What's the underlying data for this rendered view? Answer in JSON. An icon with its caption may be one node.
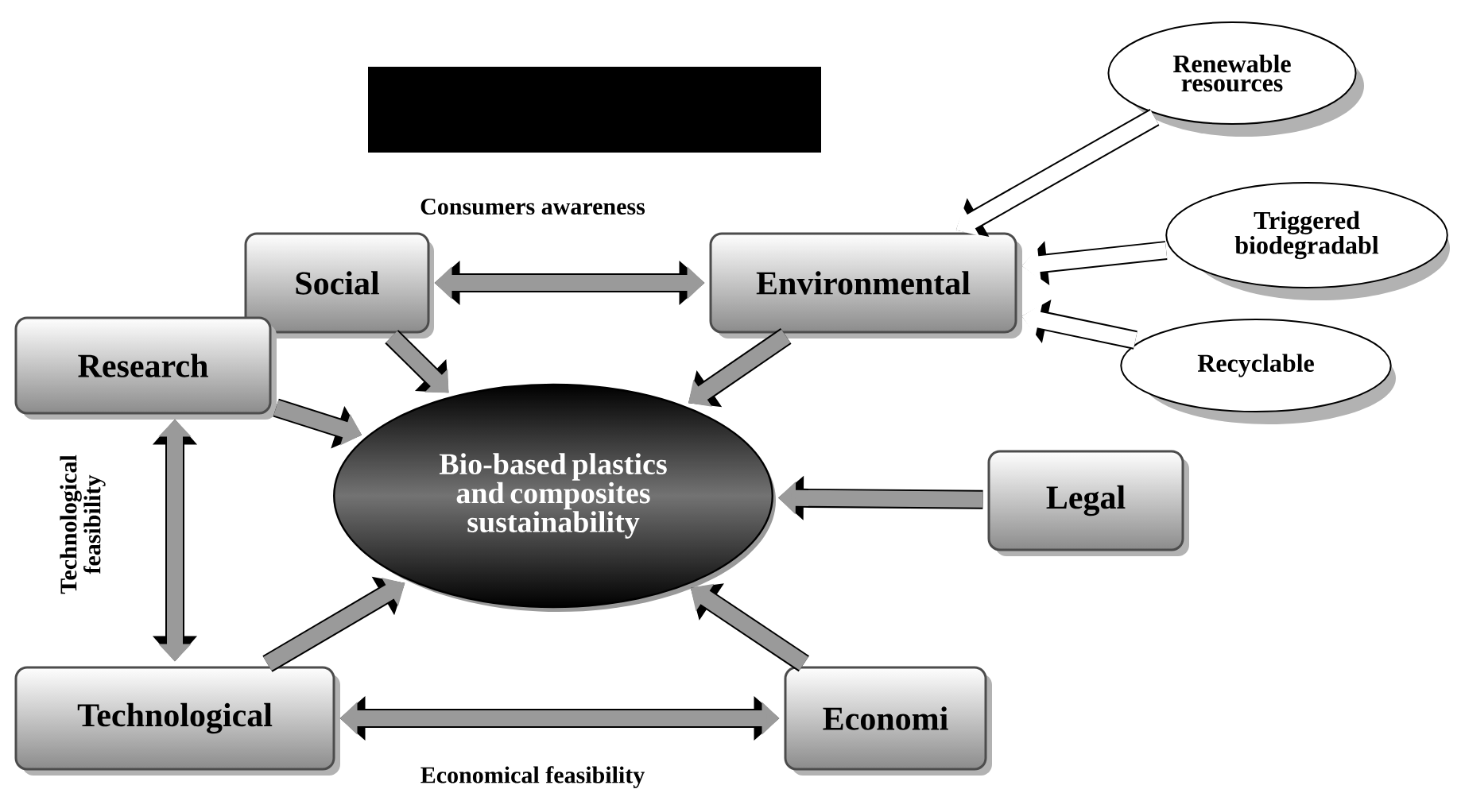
{
  "diagram": {
    "nodes": [
      {
        "text": [],
        "shape": "box"
      },
      {
        "text": [
          "Social"
        ]
      },
      {
        "text": [
          "Environmental"
        ]
      },
      {
        "text": [
          "Renewable resources"
        ]
      },
      {
        "text": [
          "Triggered biodegradabl"
        ]
      },
      {
        "text": [
          "Recyclable"
        ]
      },
      {
        "text": [
          "Research"
        ]
      },
      {
        "text": [
          "Bio-based plastics and composites sustainability"
        ]
      },
      {
        "text": [
          "Legal"
        ]
      },
      {
        "text": [
          "Technological"
        ]
      },
      {
        "text": [
          "Economi"
        ]
      }
    ],
    "edges": [
      {
        "from": 1,
        "to": 2,
        "arrow": "both",
        "label": "Consumers awareness"
      },
      {
        "from": 3,
        "to": 2,
        "arrow": "to",
        "color": "#ffffff"
      },
      {
        "from": 4,
        "to": 2,
        "arrow": "to",
        "color": "#ffffff"
      },
      {
        "from": 5,
        "to": 2,
        "arrow": "to",
        "color": "#ffffff"
      },
      {
        "from": 1,
        "to": 7,
        "arrow": "to"
      },
      {
        "from": 2,
        "to": 7,
        "arrow": "to"
      },
      {
        "from": 6,
        "to": 7,
        "arrow": "to"
      },
      {
        "from": 8,
        "to": 7,
        "arrow": "to"
      },
      {
        "from": 9,
        "to": 7,
        "arrow": "to"
      },
      {
        "from": 10,
        "to": 7,
        "arrow": "to"
      },
      {
        "from": 6,
        "to": 9,
        "arrow": "both",
        "label": "Technological feasibility"
      },
      {
        "from": 9,
        "to": 10,
        "arrow": "both",
        "label": "Economical feasibility"
      }
    ]
  }
}
